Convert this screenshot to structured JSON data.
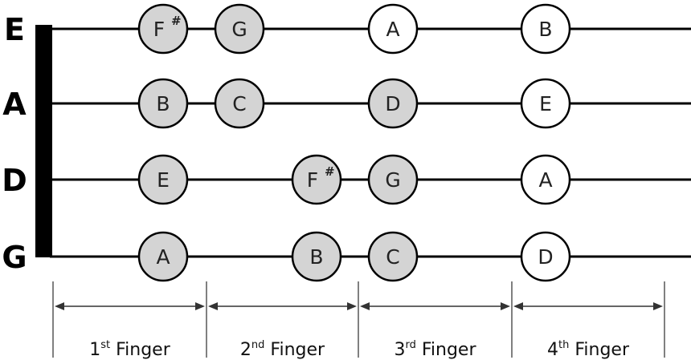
{
  "strings": [
    {
      "name": "E",
      "notes": [
        {
          "letter": "F",
          "accidental": "#",
          "position": 1,
          "style": "filled"
        },
        {
          "letter": "G",
          "accidental": "",
          "position": 2,
          "style": "filled"
        },
        {
          "letter": "A",
          "accidental": "",
          "position": 5,
          "style": "open"
        },
        {
          "letter": "B",
          "accidental": "",
          "position": 7,
          "style": "open"
        }
      ]
    },
    {
      "name": "A",
      "notes": [
        {
          "letter": "B",
          "accidental": "",
          "position": 1,
          "style": "filled"
        },
        {
          "letter": "C",
          "accidental": "",
          "position": 2,
          "style": "filled"
        },
        {
          "letter": "D",
          "accidental": "",
          "position": 5,
          "style": "filled"
        },
        {
          "letter": "E",
          "accidental": "",
          "position": 7,
          "style": "open"
        }
      ]
    },
    {
      "name": "D",
      "notes": [
        {
          "letter": "E",
          "accidental": "",
          "position": 1,
          "style": "filled"
        },
        {
          "letter": "F",
          "accidental": "#",
          "position": 4,
          "style": "filled"
        },
        {
          "letter": "G",
          "accidental": "",
          "position": 5,
          "style": "filled"
        },
        {
          "letter": "A",
          "accidental": "",
          "position": 7,
          "style": "open"
        }
      ]
    },
    {
      "name": "G",
      "notes": [
        {
          "letter": "A",
          "accidental": "",
          "position": 1,
          "style": "filled"
        },
        {
          "letter": "B",
          "accidental": "",
          "position": 4,
          "style": "filled"
        },
        {
          "letter": "C",
          "accidental": "",
          "position": 5,
          "style": "filled"
        },
        {
          "letter": "D",
          "accidental": "",
          "position": 7,
          "style": "open"
        }
      ]
    }
  ],
  "fingers": [
    {
      "number": "1",
      "suffix": "st",
      "label": " Finger"
    },
    {
      "number": "2",
      "suffix": "nd",
      "label": " Finger"
    },
    {
      "number": "3",
      "suffix": "rd",
      "label": " Finger"
    },
    {
      "number": "4",
      "suffix": "th",
      "label": " Finger"
    }
  ],
  "colors": {
    "filled_note": "#d4d4d4",
    "open_note": "#ffffff",
    "line": "#000000"
  }
}
